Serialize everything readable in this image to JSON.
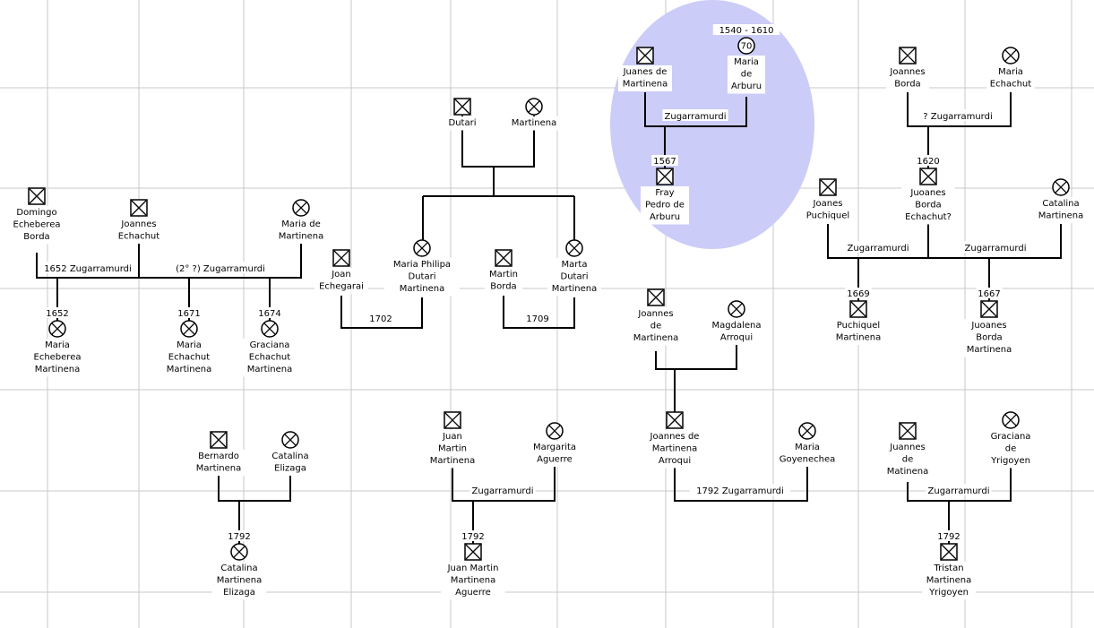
{
  "colors": {
    "background": "#ffffff",
    "grid": "#c8c8c8",
    "line": "#000000",
    "highlight": "#ccccf8"
  },
  "people": [
    {
      "id": "domingo",
      "sex": "male",
      "lines": [
        "Domingo",
        "Echeberea",
        "Borda"
      ]
    },
    {
      "id": "joannes_echachut",
      "sex": "male",
      "lines": [
        "Joannes",
        "Echachut"
      ]
    },
    {
      "id": "maria_martinena_l",
      "sex": "female",
      "lines": [
        "Maria de",
        "Martinena"
      ]
    },
    {
      "id": "maria_echeberea",
      "sex": "female",
      "year": "1652",
      "lines": [
        "Maria",
        "Echeberea",
        "Martinena"
      ]
    },
    {
      "id": "maria_echachut_m",
      "sex": "female",
      "year": "1671",
      "lines": [
        "Maria",
        "Echachut",
        "Martinena"
      ]
    },
    {
      "id": "graciana_echachut",
      "sex": "female",
      "year": "1674",
      "lines": [
        "Graciana",
        "Echachut",
        "Martinena"
      ]
    },
    {
      "id": "dutari",
      "sex": "male",
      "lines": [
        "Dutari"
      ]
    },
    {
      "id": "martinena_top",
      "sex": "female",
      "lines": [
        "Martinena"
      ]
    },
    {
      "id": "joan_echegarai",
      "sex": "male",
      "lines": [
        "Joan",
        "Echegarai"
      ]
    },
    {
      "id": "maria_philipa",
      "sex": "female",
      "lines": [
        "Maria Philipa",
        "Dutari",
        "Martinena"
      ]
    },
    {
      "id": "martin_borda",
      "sex": "male",
      "lines": [
        "Martin",
        "Borda"
      ]
    },
    {
      "id": "marta_dutari",
      "sex": "female",
      "lines": [
        "Marta",
        "Dutari",
        "Martinena"
      ]
    },
    {
      "id": "juanes_martinena",
      "sex": "male",
      "lines": [
        "Juanes de",
        "Martinena"
      ]
    },
    {
      "id": "maria_arburu",
      "sex": "female",
      "year": "1540 - 1610",
      "age": "70",
      "lines": [
        "Maria",
        "de",
        "Arburu"
      ]
    },
    {
      "id": "fray_pedro",
      "sex": "male",
      "year": "1567",
      "lines": [
        "Fray",
        "Pedro de",
        "Arburu"
      ]
    },
    {
      "id": "joannes_borda",
      "sex": "male",
      "lines": [
        "Joannes",
        "Borda"
      ]
    },
    {
      "id": "maria_echachut_r",
      "sex": "female",
      "lines": [
        "Maria",
        "Echachut"
      ]
    },
    {
      "id": "joanes_puchiquel",
      "sex": "male",
      "lines": [
        "Joanes",
        "Puchiquel"
      ]
    },
    {
      "id": "juoanes_borda_echachut",
      "sex": "male",
      "year": "1620",
      "lines": [
        "Juoanes",
        "Borda",
        "Echachut?"
      ]
    },
    {
      "id": "catalina_martinena_r",
      "sex": "female",
      "lines": [
        "Catalina",
        "Martinena"
      ]
    },
    {
      "id": "puchiquel_martinena",
      "sex": "male",
      "year": "1669",
      "lines": [
        "Puchiquel",
        "Martinena"
      ]
    },
    {
      "id": "juoanes_borda_martinena",
      "sex": "male",
      "year": "1667",
      "lines": [
        "Juoanes",
        "Borda",
        "Martinena"
      ]
    },
    {
      "id": "joannes_martinena_mid",
      "sex": "male",
      "lines": [
        "Joannes",
        "de",
        "Martinena"
      ]
    },
    {
      "id": "magdalena_arroqui",
      "sex": "female",
      "lines": [
        "Magdalena",
        "Arroqui"
      ]
    },
    {
      "id": "joannes_martinena_arroqui",
      "sex": "male",
      "lines": [
        "Joannes de",
        "Martinena",
        "Arroqui"
      ]
    },
    {
      "id": "maria_goyenechea",
      "sex": "female",
      "lines": [
        "Maria",
        "Goyenechea"
      ]
    },
    {
      "id": "bernardo_martinena",
      "sex": "male",
      "lines": [
        "Bernardo",
        "Martinena"
      ]
    },
    {
      "id": "catalina_elizaga",
      "sex": "female",
      "lines": [
        "Catalina",
        "Elizaga"
      ]
    },
    {
      "id": "catalina_martinena_elizaga",
      "sex": "female",
      "year": "1792",
      "lines": [
        "Catalina",
        "Martinena",
        "Elizaga"
      ]
    },
    {
      "id": "juan_martin_martinena",
      "sex": "male",
      "lines": [
        "Juan",
        "Martin",
        "Martinena"
      ]
    },
    {
      "id": "margarita_aguerre",
      "sex": "female",
      "lines": [
        "Margarita",
        "Aguerre"
      ]
    },
    {
      "id": "juan_martin_aguerre",
      "sex": "male",
      "year": "1792",
      "lines": [
        "Juan Martin",
        "Martinena",
        "Aguerre"
      ]
    },
    {
      "id": "juannes_martinena",
      "sex": "male",
      "lines": [
        "Juannes",
        "de",
        "Matinena"
      ]
    },
    {
      "id": "graciana_yrigoyen",
      "sex": "female",
      "lines": [
        "Graciana",
        "de",
        "Yrigoyen"
      ]
    },
    {
      "id": "tristan",
      "sex": "male",
      "year": "1792",
      "lines": [
        "Tristan",
        "Martinena",
        "Yrigoyen"
      ]
    }
  ],
  "unions": [
    {
      "id": "u1652",
      "label": "1652 Zugarramurdi"
    },
    {
      "id": "u2",
      "label": "(2° ?) Zugarramurdi"
    },
    {
      "id": "u1702",
      "label": "1702"
    },
    {
      "id": "u1709",
      "label": "1709"
    },
    {
      "id": "u_arburu",
      "label": "Zugarramurdi"
    },
    {
      "id": "u_borda",
      "label": "? Zugarramurdi"
    },
    {
      "id": "u_puch",
      "label": "Zugarramurdi"
    },
    {
      "id": "u_cat",
      "label": "Zugarramurdi"
    },
    {
      "id": "u_goyen",
      "label": "1792   Zugarramurdi"
    },
    {
      "id": "u_aguerre",
      "label": "Zugarramurdi"
    },
    {
      "id": "u_yrig",
      "label": "Zugarramurdi"
    }
  ]
}
